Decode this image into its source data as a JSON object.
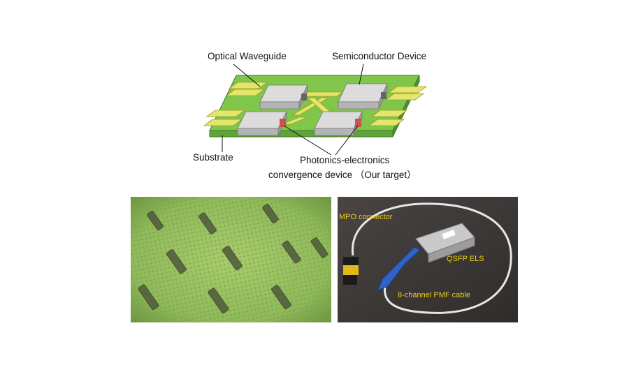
{
  "diagram": {
    "labels": {
      "optical_waveguide": "Optical Waveguide",
      "semiconductor_device": "Semiconductor Device",
      "substrate": "Substrate",
      "photonics_line1": "Photonics-electronics",
      "photonics_line2": "convergence device （Our target）"
    }
  },
  "photo_right": {
    "labels": {
      "mpo": "MPO connector",
      "qsfp": "QSFP ELS",
      "pmf": "8-channel PMF cable"
    },
    "label_color": "#e8d21a"
  },
  "colors": {
    "substrate": "#7fc64a",
    "waveguide": "#e3e66a",
    "device_top": "#dcdcdc",
    "device_side": "#9a9a9a",
    "contact_red": "#c9544a",
    "microscope_green": "#8fb95a",
    "dark_background": "#3e3a38"
  }
}
